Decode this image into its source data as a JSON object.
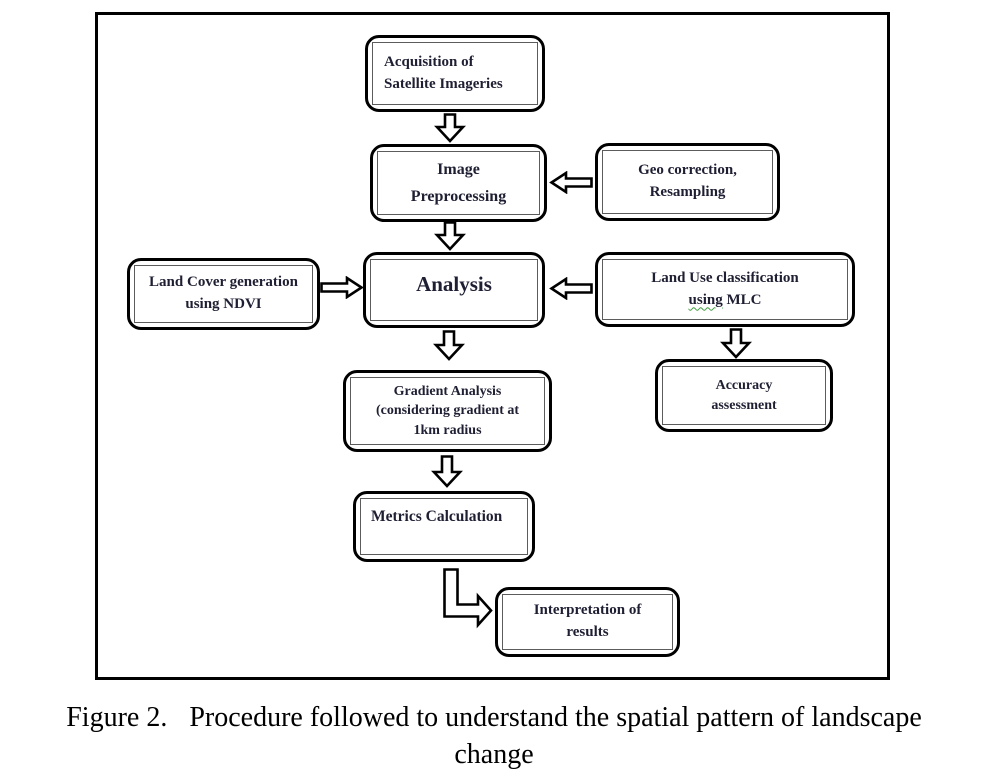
{
  "figure": {
    "caption": {
      "label": "Figure 2.",
      "line1": "Procedure followed to understand the spatial pattern of landscape",
      "line2": "change"
    }
  },
  "flowchart": {
    "nodes": {
      "acquisition": {
        "line1": "Acquisition of",
        "line2": "Satellite Imageries"
      },
      "image_preprocessing": {
        "line1": "Image",
        "line2": "Preprocessing"
      },
      "geo_correction": {
        "line1": "Geo correction,",
        "line2": "Resampling"
      },
      "analysis": {
        "label": "Analysis"
      },
      "land_cover": {
        "line1": "Land Cover generation",
        "line2": "using NDVI"
      },
      "land_use": {
        "line1": "Land Use classification",
        "line2_word1": "using",
        "line2_word2": "MLC"
      },
      "accuracy": {
        "line1": "Accuracy",
        "line2": "assessment"
      },
      "gradient": {
        "line1": "Gradient Analysis",
        "line2": "(considering gradient at",
        "line3": "1km radius"
      },
      "metrics": {
        "label": "Metrics Calculation"
      },
      "interpretation": {
        "line1": "Interpretation of",
        "line2": "results"
      }
    },
    "colors": {
      "box_border": "#000000",
      "inner_border": "#5c5c5c",
      "text": "#1f1f33",
      "arrow_fill": "#ffffff",
      "spellcheck_underline": "#3f9e3f",
      "background": "#ffffff"
    }
  }
}
